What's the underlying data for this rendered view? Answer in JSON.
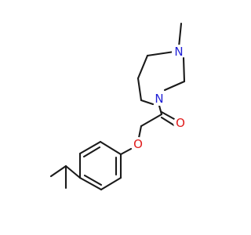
{
  "molecule": {
    "atoms": {
      "n_methyl": {
        "symbol": "N",
        "color": "#1f1fd6"
      },
      "n_amide": {
        "symbol": "N",
        "color": "#1f1fd6"
      },
      "o_carbonyl": {
        "symbol": "O",
        "color": "#e01b1b"
      },
      "o_ether": {
        "symbol": "O",
        "color": "#e01b1b"
      }
    },
    "bond_color": "#1a1a1a",
    "background": "#ffffff"
  }
}
